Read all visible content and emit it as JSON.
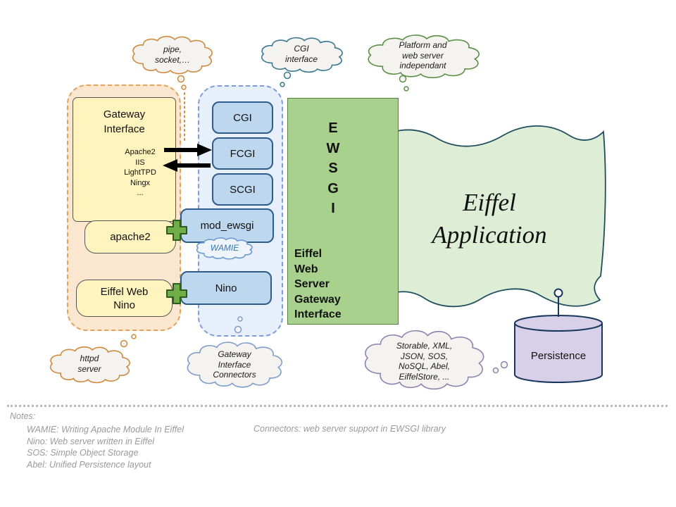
{
  "clouds": {
    "pipe_socket": "pipe,\nsocket,…",
    "cgi_interface": "CGI\ninterface",
    "platform": "Platform and\nweb server\nindependant",
    "httpd": "httpd\nserver",
    "gateway_connectors": "Gateway\nInterface\nConnectors",
    "storable": "Storable, XML,\nJSON, SOS,\nNoSQL, Abel,\nEiffelStore, ...",
    "wamie": "WAMIE"
  },
  "gateway_panel": {
    "title": "Gateway\nInterface",
    "servers": [
      "Apache2",
      "IIS",
      "LightTPD",
      "Ningx",
      "..."
    ],
    "apache2_label": "apache2",
    "nino_label": "Eiffel Web\nNino"
  },
  "connector_panel": {
    "cgi": "CGI",
    "fcgi": "FCGI",
    "scgi": "SCGI",
    "mod_ewsgi": "mod_ewsgi",
    "nino": "Nino"
  },
  "ewsgi": {
    "letters": [
      "E",
      "W",
      "S",
      "G",
      "I"
    ],
    "caption": "Eiffel\nWeb\nServer\nGateway\nInterface"
  },
  "application": {
    "title": "Eiffel\nApplication"
  },
  "persistence": {
    "label": "Persistence"
  },
  "notes": {
    "heading": "Notes:",
    "lines": [
      "WAMIE: Writing Apache Module In Eiffel",
      "Nino: Web server written in Eiffel",
      "SOS: Simple Object Storage",
      "Abel: Unified Persistence layout"
    ],
    "connectors_note": "Connectors: web server support in EWSGI library"
  },
  "palette": {
    "orange_container": "#E0A35C",
    "blue_container": "#7E9CD8",
    "yellow_box": "#FFF3BE",
    "blue_box": "#BDD7EE",
    "blue_box_border": "#2E5C8A",
    "ewsgi_green": "#A9D18E",
    "app_green": "#DEEDD5",
    "persistence_purple": "#D8D0E8",
    "connector_green": "#6FAE46",
    "diagram_navy": "#17375E"
  }
}
